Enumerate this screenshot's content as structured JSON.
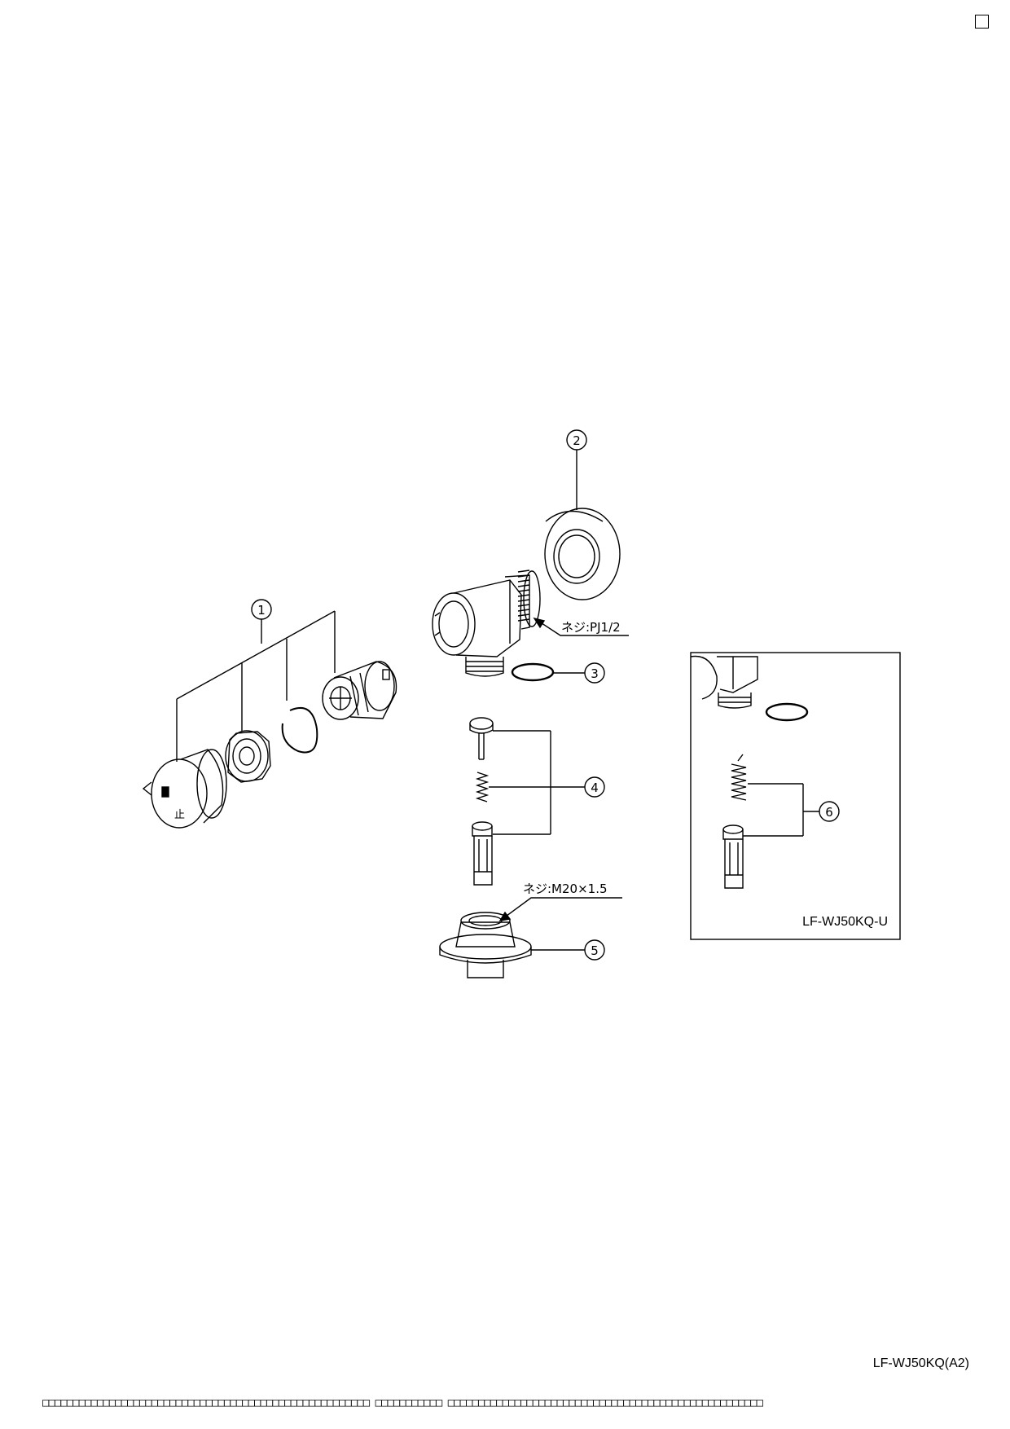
{
  "document": {
    "model_code": "LF-WJ50KQ(A2)",
    "inset_label": "LF-WJ50KQ-U",
    "footer_text": "□□□□□□□□□□□□□□□□□□□□□□□□□□□□□□□□□□□□□□□□□□□□□□□□□□□□□□ □□□□□□□□□□□ □□□□□□□□□□□□□□□□□□□□□□□□□□□□□□□□□□□□□□□□□□□□□□□□□□□□"
  },
  "callouts": [
    "1",
    "2",
    "3",
    "4",
    "5",
    "6"
  ],
  "thread_labels": {
    "upper": "ネジ:PJ1/2",
    "lower": "ネジ:M20×1.5"
  },
  "knob_mark": "止",
  "colors": {
    "line": "#000000",
    "paper": "#ffffff"
  }
}
